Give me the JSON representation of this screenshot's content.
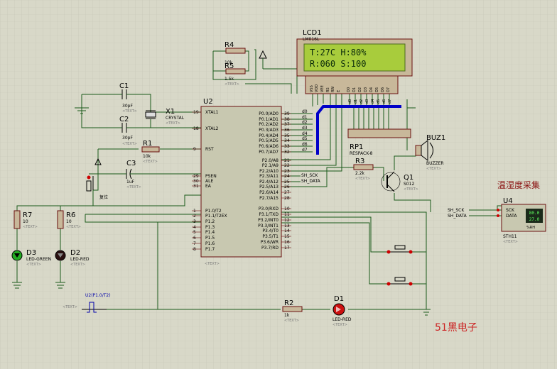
{
  "lcd": {
    "ref": "LCD1",
    "part": "LM016L",
    "line1": "T:27C   H:80%",
    "line2": "R:060   S:100",
    "pins": [
      "VSS",
      "VDD",
      "VEE",
      "RS",
      "RW",
      "E",
      "D0",
      "D1",
      "D2",
      "D3",
      "D4",
      "D5",
      "D6",
      "D7"
    ]
  },
  "mcu": {
    "ref": "U2",
    "left_pins": [
      {
        "num": "19",
        "name": "XTAL1"
      },
      {
        "num": "18",
        "name": "XTAL2"
      },
      {
        "num": "9",
        "name": "RST"
      },
      {
        "num": "29",
        "name": "PSEN"
      },
      {
        "num": "30",
        "name": "ALE"
      },
      {
        "num": "31",
        "name": "EA"
      },
      {
        "num": "1",
        "name": "P1.0/T2"
      },
      {
        "num": "2",
        "name": "P1.1/T2EX"
      },
      {
        "num": "3",
        "name": "P1.2"
      },
      {
        "num": "4",
        "name": "P1.3"
      },
      {
        "num": "5",
        "name": "P1.4"
      },
      {
        "num": "6",
        "name": "P1.5"
      },
      {
        "num": "7",
        "name": "P1.6"
      },
      {
        "num": "8",
        "name": "P1.7"
      }
    ],
    "right_pins": [
      {
        "num": "39",
        "name": "P0.0/AD0"
      },
      {
        "num": "38",
        "name": "P0.1/AD1"
      },
      {
        "num": "37",
        "name": "P0.2/AD2"
      },
      {
        "num": "36",
        "name": "P0.3/AD3"
      },
      {
        "num": "35",
        "name": "P0.4/AD4"
      },
      {
        "num": "34",
        "name": "P0.5/AD5"
      },
      {
        "num": "33",
        "name": "P0.6/AD6"
      },
      {
        "num": "32",
        "name": "P0.7/AD7"
      },
      {
        "num": "21",
        "name": "P2.0/A8"
      },
      {
        "num": "22",
        "name": "P2.1/A9"
      },
      {
        "num": "23",
        "name": "P2.2/A10"
      },
      {
        "num": "24",
        "name": "P2.3/A11"
      },
      {
        "num": "25",
        "name": "P2.4/A12"
      },
      {
        "num": "26",
        "name": "P2.5/A13"
      },
      {
        "num": "27",
        "name": "P2.6/A14"
      },
      {
        "num": "28",
        "name": "P2.7/A15"
      },
      {
        "num": "10",
        "name": "P3.0/RXD"
      },
      {
        "num": "11",
        "name": "P3.1/TXD"
      },
      {
        "num": "12",
        "name": "P3.2/INT0"
      },
      {
        "num": "13",
        "name": "P3.3/INT1"
      },
      {
        "num": "14",
        "name": "P3.4/T0"
      },
      {
        "num": "15",
        "name": "P3.5/T1"
      },
      {
        "num": "16",
        "name": "P3.6/WR"
      },
      {
        "num": "17",
        "name": "P3.7/RD"
      }
    ],
    "bus_labels": [
      "d0",
      "d1",
      "d2",
      "d3",
      "d4",
      "d5",
      "d6",
      "d7"
    ],
    "net_sck": "SH_SCK",
    "net_data": "SH_DATA"
  },
  "c1": {
    "ref": "C1",
    "val": "30pF"
  },
  "c2": {
    "ref": "C2",
    "val": "30pF"
  },
  "x1": {
    "ref": "X1",
    "val": "CRYSTAL"
  },
  "r1": {
    "ref": "R1",
    "val": "10k"
  },
  "c3": {
    "ref": "C3",
    "val": "1uF"
  },
  "reset_label": "复位",
  "r4": {
    "ref": "R4",
    "val": "10k"
  },
  "r5": {
    "ref": "R5",
    "val": "1.5k"
  },
  "rp1": {
    "ref": "RP1",
    "val": "RESPACK-8"
  },
  "r3": {
    "ref": "R3",
    "val": "2.2k"
  },
  "q1": {
    "ref": "Q1",
    "val": "S012"
  },
  "buz": {
    "ref": "BUZ1",
    "val": "BUZZER"
  },
  "sensor": {
    "ref": "U4",
    "part": "STH11",
    "title": "温湿度采集",
    "pin_sck": "SCK",
    "pin_data": "DATA",
    "net_sck": "SH_SCK",
    "net_data": "SH_DATA",
    "disp1": "80.0",
    "disp2": "27.0",
    "mode": "%RH"
  },
  "r7": {
    "ref": "R7",
    "val": "10"
  },
  "r6": {
    "ref": "R6",
    "val": "10"
  },
  "d3": {
    "ref": "D3",
    "val": "LED-GREEN"
  },
  "d2": {
    "ref": "D2",
    "val": "LED-RED"
  },
  "d1": {
    "ref": "D1",
    "val": "LED-RED"
  },
  "r2": {
    "ref": "R2",
    "val": "1k"
  },
  "gen": {
    "label": "U2(P1.0/T2)"
  },
  "text_tag": "<TEXT>",
  "watermark": "51黑电子",
  "colors": {
    "wire": "#1a5a1a",
    "bus": "#0000c8",
    "lcd_screen": "#a8cc3c",
    "body": "#c8c8b0",
    "outline": "#6a1010",
    "watermark": "#cc2222"
  }
}
